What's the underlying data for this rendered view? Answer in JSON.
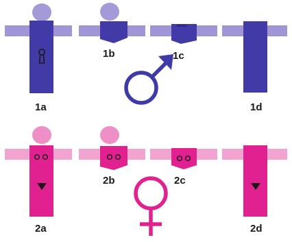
{
  "colors": {
    "male_bar": "#a096d6",
    "male_body": "#413aa7",
    "male_head": "#a49ad8",
    "male_symbol": "#3f3aa8",
    "female_bar": "#f0a4cf",
    "female_body": "#e0218f",
    "female_head": "#ee8fc7",
    "female_symbol": "#e0218f",
    "marks": "#1a1a1a"
  },
  "icons": {
    "male_symbol": "mars-icon",
    "female_symbol": "venus-icon",
    "keyhole": "keyhole-icon",
    "triangle": "down-triangle-icon",
    "double_circle": "double-circle-icon"
  },
  "labels": {
    "m1a": "1a",
    "m1b": "1b",
    "m1c": "1c",
    "m1d": "1d",
    "f2a": "2a",
    "f2b": "2b",
    "f2c": "2c",
    "f2d": "2d"
  }
}
